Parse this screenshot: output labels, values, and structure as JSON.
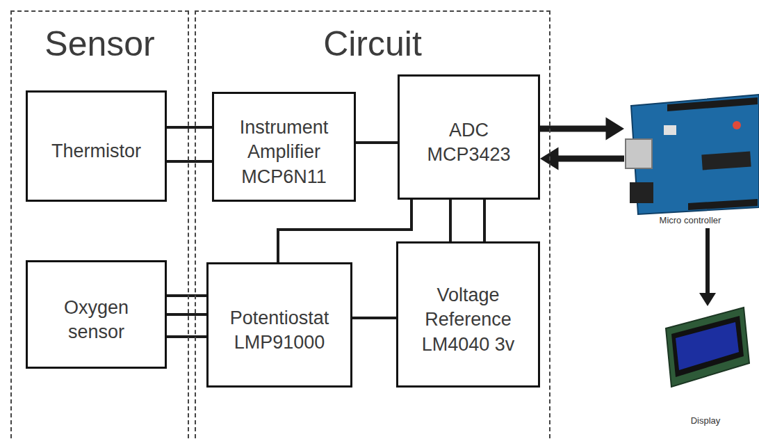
{
  "diagram": {
    "nodes": [
      {
        "text": [
          "Sensor"
        ]
      },
      {
        "text": [
          "Thermistor"
        ],
        "in": 0
      },
      {
        "text": [
          "Oxygen sensor"
        ],
        "in": 0
      },
      {
        "text": [
          "Circuit"
        ]
      },
      {
        "text": [
          "Instrument Amplifier MCP6N11"
        ],
        "in": 3
      },
      {
        "text": [
          "ADC MCP3423"
        ],
        "in": 3
      },
      {
        "text": [
          "Potentiostat LMP91000"
        ],
        "in": 3
      },
      {
        "text": [
          "Voltage Reference LM4040 3v"
        ],
        "in": 3
      },
      {
        "text": [
          "Micro controller"
        ]
      },
      {
        "text": [
          "Display"
        ]
      }
    ],
    "edges": [
      {
        "from": 1,
        "to": 4,
        "arrow": "none"
      },
      {
        "from": 1,
        "to": 4,
        "arrow": "none"
      },
      {
        "from": 4,
        "to": 5,
        "arrow": "none"
      },
      {
        "from": 2,
        "to": 6,
        "arrow": "none"
      },
      {
        "from": 2,
        "to": 6,
        "arrow": "none"
      },
      {
        "from": 2,
        "to": 6,
        "arrow": "none"
      },
      {
        "from": 6,
        "to": 5,
        "arrow": "none"
      },
      {
        "from": 5,
        "to": 7,
        "arrow": "none"
      },
      {
        "from": 5,
        "to": 7,
        "arrow": "none"
      },
      {
        "from": 6,
        "to": 7,
        "arrow": "none"
      },
      {
        "from": 5,
        "to": 8,
        "arrow": "to"
      },
      {
        "from": 8,
        "to": 5,
        "arrow": "to"
      },
      {
        "from": 8,
        "to": 9,
        "arrow": "to"
      }
    ]
  }
}
